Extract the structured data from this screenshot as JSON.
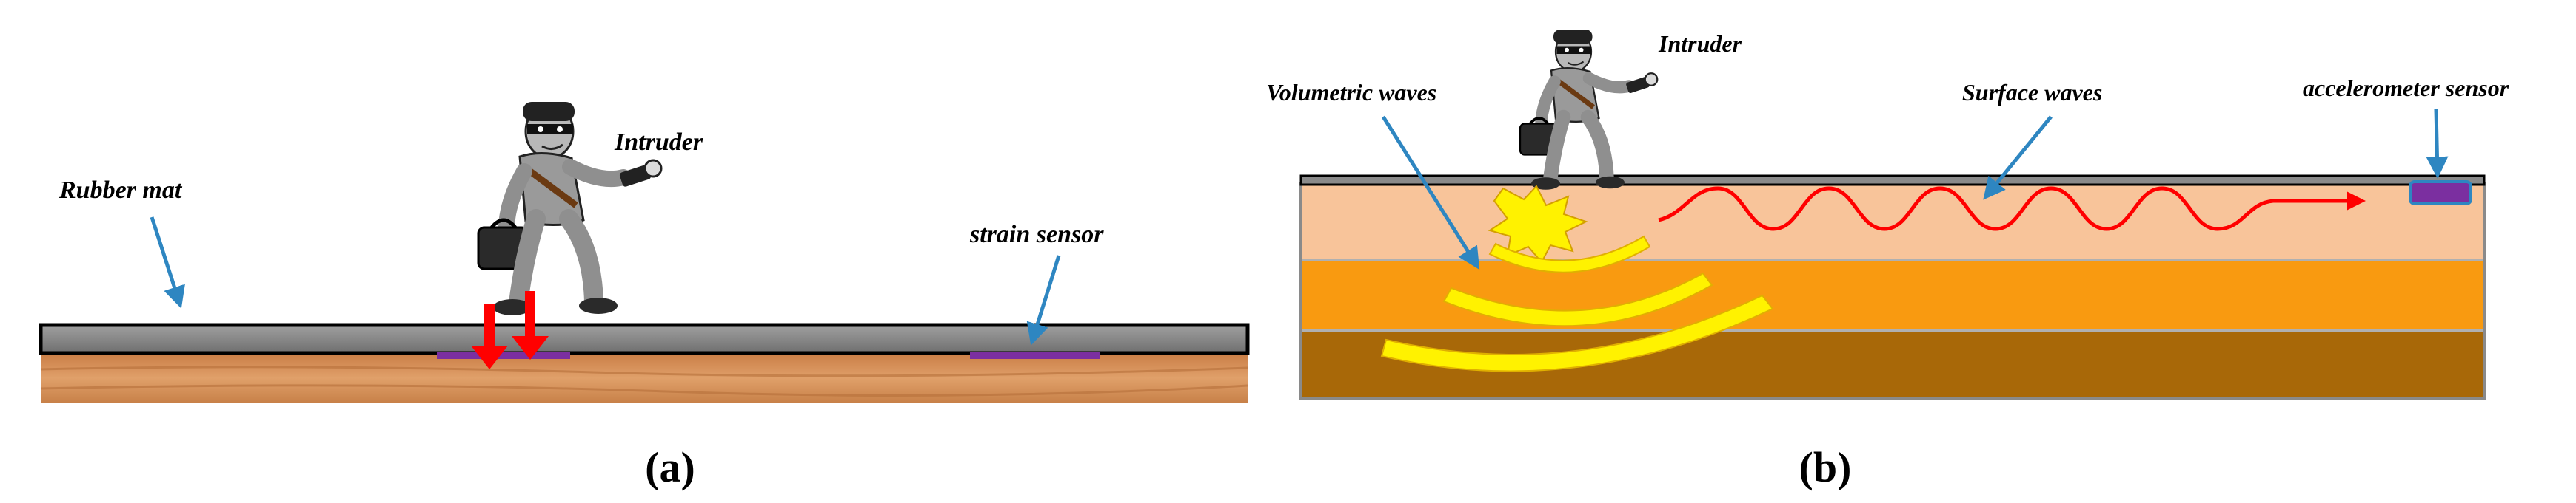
{
  "panel_a": {
    "labels": {
      "rubber_mat": "Rubber mat",
      "intruder": "Intruder",
      "strain_sensor": "strain sensor"
    },
    "caption": "(a)"
  },
  "panel_b": {
    "labels": {
      "volumetric_waves": "Volumetric waves",
      "intruder": "Intruder",
      "surface_waves": "Surface waves",
      "accelerometer_sensor": "accelerometer sensor"
    },
    "caption": "(b)"
  },
  "colors": {
    "arrow_blue": "#2e86c1",
    "force_red": "#ff0000",
    "wood": "#d8935a",
    "mat_gray": "#8a8a8a",
    "sensor_purple": "#7b2fa0",
    "layer_top": "#f8c49a",
    "layer_mid": "#f99a10",
    "layer_bottom": "#a86808",
    "wave_yellow": "#fff200",
    "wave_red": "#ff0000"
  }
}
